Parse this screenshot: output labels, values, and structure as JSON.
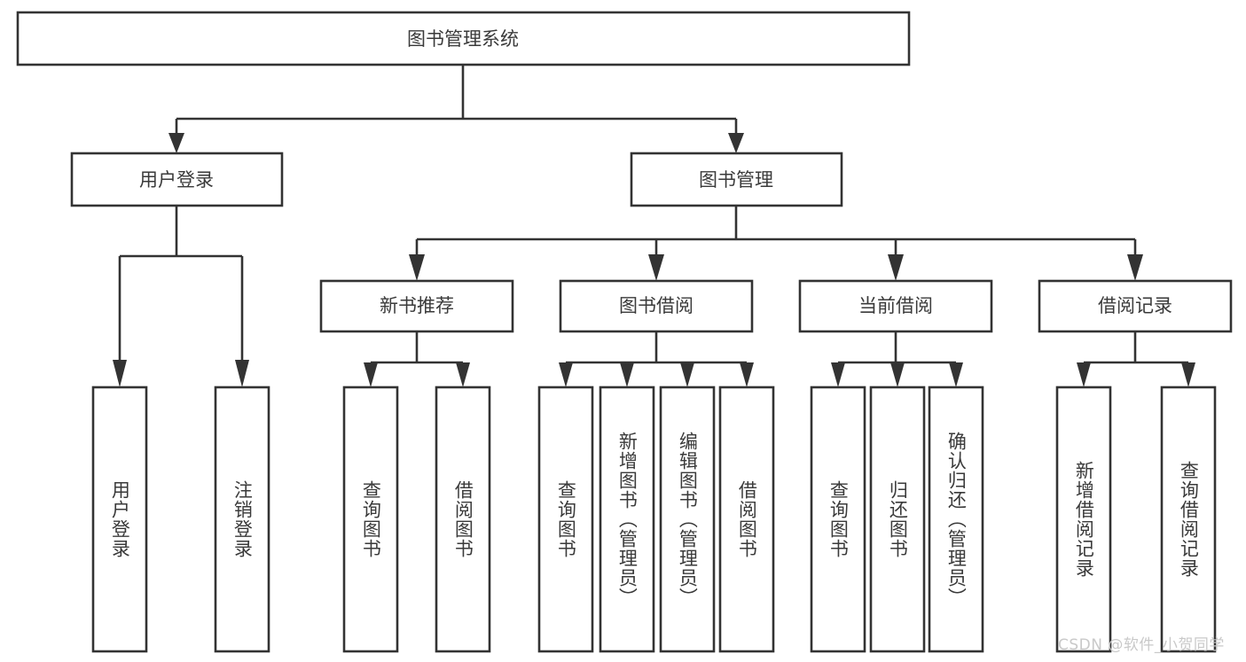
{
  "diagram": {
    "title": "图书管理系统",
    "watermark": "CSDN @软件_小贺同学",
    "line_color": "#333333",
    "box_fill": "#ffffff",
    "text_color": "#3a3a3a",
    "watermark_color": "#c9c9c9",
    "root": {
      "label": "图书管理系统"
    },
    "level2": [
      {
        "label": "用户登录"
      },
      {
        "label": "图书管理"
      }
    ],
    "level3": [
      {
        "label": "新书推荐"
      },
      {
        "label": "图书借阅"
      },
      {
        "label": "当前借阅"
      },
      {
        "label": "借阅记录"
      }
    ],
    "leaves": {
      "user_login": [
        {
          "label": "用户登录"
        },
        {
          "label": "注销登录"
        }
      ],
      "new_book": [
        {
          "label": "查询图书"
        },
        {
          "label": "借阅图书"
        }
      ],
      "book_borrow": [
        {
          "label": "查询图书"
        },
        {
          "label": "新增图书（管理员）"
        },
        {
          "label": "编辑图书（管理员）"
        },
        {
          "label": "借阅图书"
        }
      ],
      "current_borrow": [
        {
          "label": "查询图书"
        },
        {
          "label": "归还图书"
        },
        {
          "label": "确认归还（管理员）"
        }
      ],
      "borrow_record": [
        {
          "label": "新增借阅记录"
        },
        {
          "label": "查询借阅记录"
        }
      ]
    }
  }
}
